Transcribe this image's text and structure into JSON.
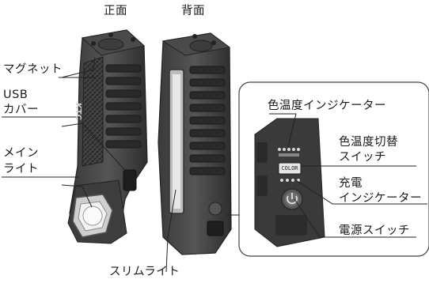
{
  "views": {
    "front": "正面",
    "back": "背面"
  },
  "callouts": {
    "magnet": "マグネット",
    "usb_cover": [
      "USB",
      "カバー"
    ],
    "main_light": [
      "メイン",
      "ライト"
    ],
    "slim_light": "スリムライト"
  },
  "detail": {
    "color_temp_indicator": "色温度インジケーター",
    "color_temp_switch": [
      "色温度切替",
      "スイッチ"
    ],
    "charge_indicator": [
      "充電",
      "インジケーター"
    ],
    "power_switch": "電源スイッチ",
    "color_button_text": "COLOR"
  },
  "brand_text": "KTC"
}
